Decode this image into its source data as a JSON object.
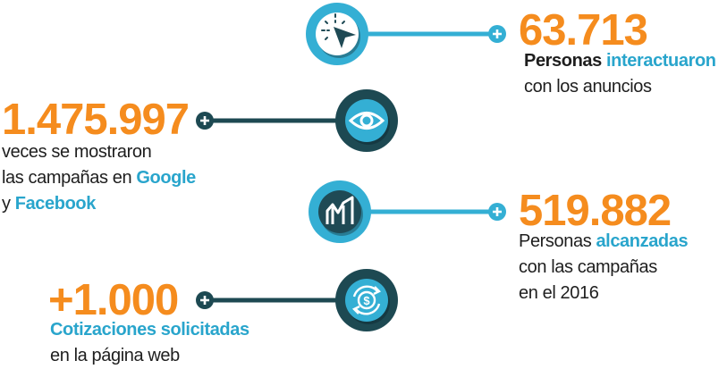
{
  "colors": {
    "orange": "#f58c1e",
    "blue": "#29a5cc",
    "dark": "#1f4a55",
    "line_light": "#34afd4",
    "line_dark": "#1d4952",
    "text": "#1e1e1e"
  },
  "stats": [
    {
      "number": "63.713",
      "icon": "cursor-arrow-icon",
      "lines": [
        [
          {
            "t": "Personas ",
            "hl": false,
            "bold": true
          },
          {
            "t": "interactuaron",
            "hl": true,
            "bold": true
          }
        ],
        [
          {
            "t": "con los anuncios",
            "hl": false,
            "bold": false
          }
        ]
      ]
    },
    {
      "number": "1.475.997",
      "icon": "eye-icon",
      "lines": [
        [
          {
            "t": "veces se mostraron",
            "hl": false,
            "bold": false
          }
        ],
        [
          {
            "t": "las campañas en ",
            "hl": false,
            "bold": false
          },
          {
            "t": "Google",
            "hl": true,
            "bold": true
          }
        ],
        [
          {
            "t": "y ",
            "hl": false,
            "bold": false
          },
          {
            "t": "Facebook",
            "hl": true,
            "bold": true
          }
        ]
      ]
    },
    {
      "number": "519.882",
      "icon": "growth-chart-icon",
      "lines": [
        [
          {
            "t": "Personas ",
            "hl": false,
            "bold": false
          },
          {
            "t": "alcanzadas",
            "hl": true,
            "bold": true
          }
        ],
        [
          {
            "t": "con las campañas",
            "hl": false,
            "bold": false
          }
        ],
        [
          {
            "t": "en el 2016",
            "hl": false,
            "bold": false
          }
        ]
      ]
    },
    {
      "number": "+1.000",
      "icon": "dollar-cycle-icon",
      "lines": [
        [
          {
            "t": "Cotizaciones solicitadas",
            "hl": true,
            "bold": true
          }
        ],
        [
          {
            "t": "en la página web",
            "hl": false,
            "bold": false
          }
        ]
      ]
    }
  ]
}
